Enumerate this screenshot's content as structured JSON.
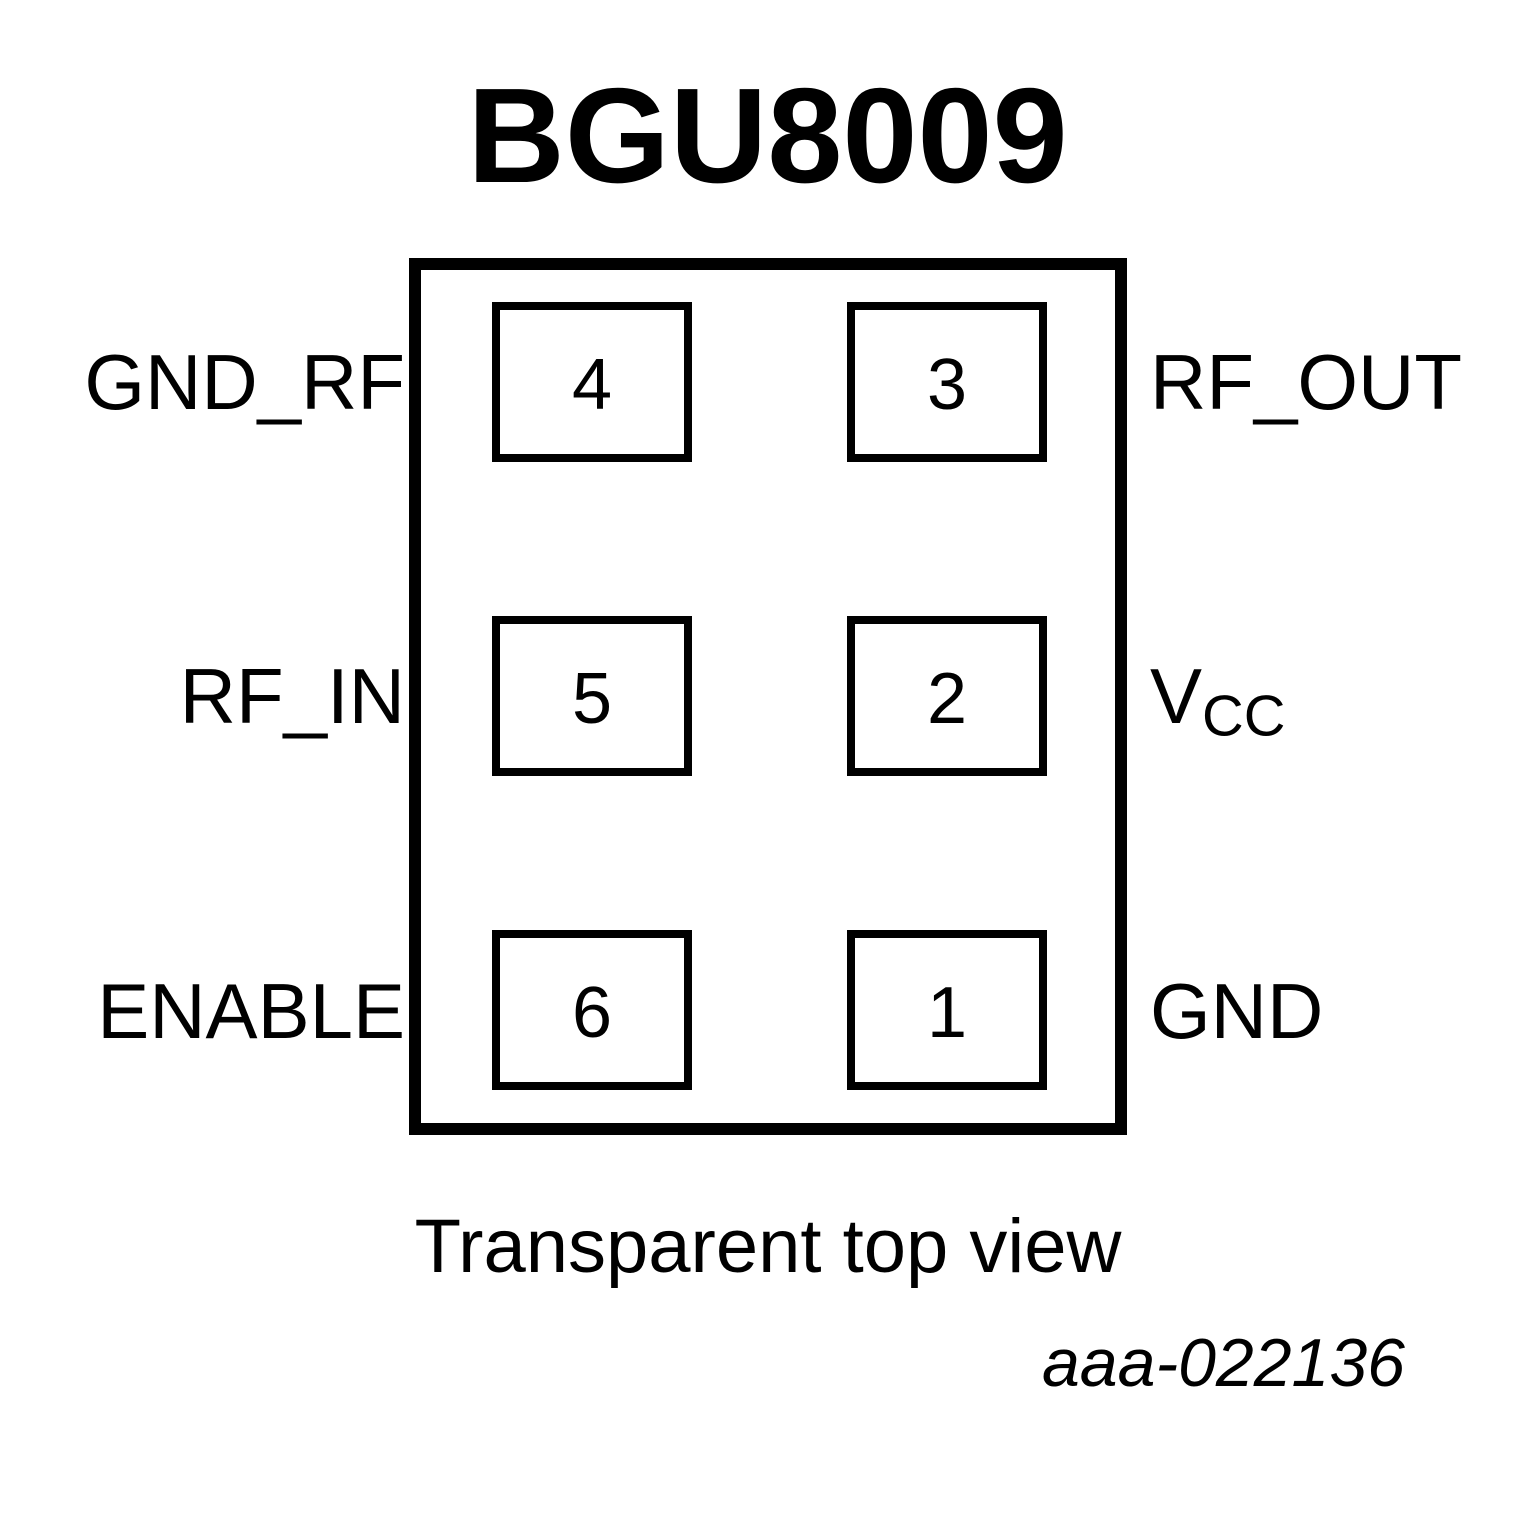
{
  "title": "BGU8009",
  "caption": "Transparent top view",
  "figure_id": "aaa-022136",
  "colors": {
    "ink": "#000000",
    "background": "#ffffff"
  },
  "chip": {
    "pads": [
      {
        "number": "4"
      },
      {
        "number": "3"
      },
      {
        "number": "5"
      },
      {
        "number": "2"
      },
      {
        "number": "6"
      },
      {
        "number": "1"
      }
    ]
  },
  "pin_labels": {
    "left": [
      {
        "label": "GND_RF",
        "pad": "4"
      },
      {
        "label": "RF_IN",
        "pad": "5"
      },
      {
        "label": "ENABLE",
        "pad": "6"
      }
    ],
    "right": [
      {
        "label": "RF_OUT",
        "pad": "3"
      },
      {
        "label_main": "V",
        "label_sub": "CC",
        "pad": "2"
      },
      {
        "label": "GND",
        "pad": "1"
      }
    ]
  }
}
